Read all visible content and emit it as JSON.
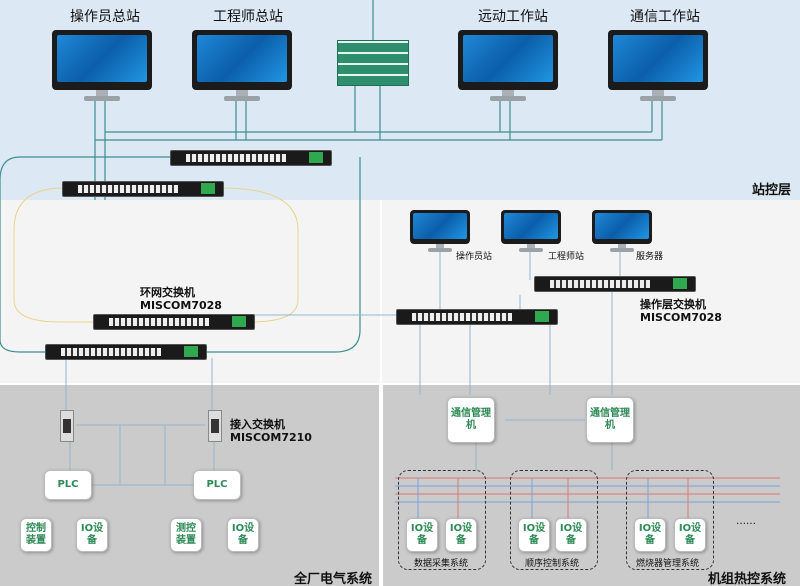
{
  "station_layer": {
    "label": "站控层",
    "workstations": [
      {
        "label": "操作员总站"
      },
      {
        "label": "工程师总站"
      },
      {
        "label": "远动工作站"
      },
      {
        "label": "通信工作站"
      }
    ]
  },
  "ring_network": {
    "switch_label_line1": "环网交换机",
    "switch_label_line2": "MISCOM7028"
  },
  "operation_layer": {
    "workstations": [
      {
        "label": "操作员站"
      },
      {
        "label": "工程师站"
      },
      {
        "label": "服务器"
      }
    ],
    "switch_label_line1": "操作层交换机",
    "switch_label_line2": "MISCOM7028"
  },
  "electrical_system": {
    "label": "全厂电气系统",
    "access_switch_line1": "接入交换机",
    "access_switch_line2": "MISCOM7210",
    "plc_label": "PLC",
    "devices": [
      {
        "line1": "控制",
        "line2": "装置"
      },
      {
        "line1": "IO设",
        "line2": "备"
      },
      {
        "line1": "测控",
        "line2": "装置"
      },
      {
        "line1": "IO设",
        "line2": "备"
      }
    ]
  },
  "thermal_system": {
    "label": "机组热控系统",
    "comm_manager_line1": "通信管理",
    "comm_manager_line2": "机",
    "io_line1": "IO设",
    "io_line2": "备",
    "groups": [
      {
        "label": "数据采集系统"
      },
      {
        "label": "顺序控制系统"
      },
      {
        "label": "燃烧器管理系统"
      }
    ],
    "ellipsis": "……"
  },
  "colors": {
    "station_bg": "#dce8f3",
    "middle_bg": "#f2f2f2",
    "bottom_bg": "#c8c8c8",
    "line_teal": "#4a9a9a",
    "device_text": "#2e8a57"
  }
}
